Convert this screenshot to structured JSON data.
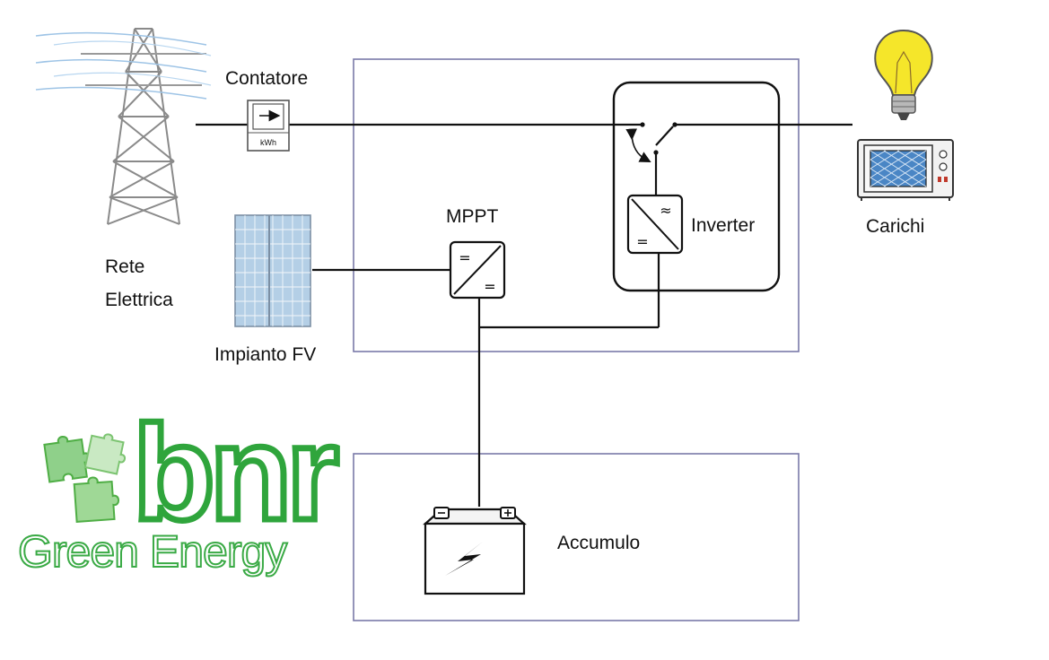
{
  "labels": {
    "grid": [
      "Rete",
      "Elettrica"
    ],
    "meter": "Contatore",
    "meter_unit": "kWh",
    "pv": "Impianto FV",
    "mppt": "MPPT",
    "inverter": "Inverter",
    "loads": "Carichi",
    "storage": "Accumulo"
  },
  "logo": {
    "brand": "bnr",
    "tagline": "Green Energy"
  },
  "colors": {
    "line": "#111111",
    "system_box": "#7a79a8",
    "logo_green": "#2fa53c",
    "logo_green_light": "#8fd08a",
    "bulb_yellow": "#f5e62a"
  },
  "icons": [
    "power-pylon-icon",
    "electric-meter-icon",
    "solar-panel-icon",
    "dc-dc-converter-icon",
    "dc-ac-inverter-icon",
    "switch-icon",
    "light-bulb-icon",
    "microwave-icon",
    "battery-icon",
    "puzzle-pieces-icon"
  ]
}
